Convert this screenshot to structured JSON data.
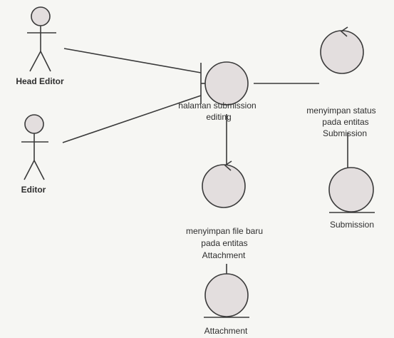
{
  "actors": {
    "head_editor": "Head Editor",
    "editor": "Editor"
  },
  "boundary": {
    "label_line1": "halaman submission",
    "label_line2": "editing"
  },
  "controls": {
    "save_status": {
      "line1": "menyimpan status",
      "line2": "pada entitas",
      "line3": "Submission"
    },
    "save_file": {
      "line1": "menyimpan file baru",
      "line2": "pada entitas",
      "line3": "Attachment"
    }
  },
  "entities": {
    "submission": "Submission",
    "attachment": "Attachment"
  },
  "colors": {
    "node_fill": "#e3dede",
    "line": "#3a3a3a",
    "background": "#f6f6f3"
  }
}
